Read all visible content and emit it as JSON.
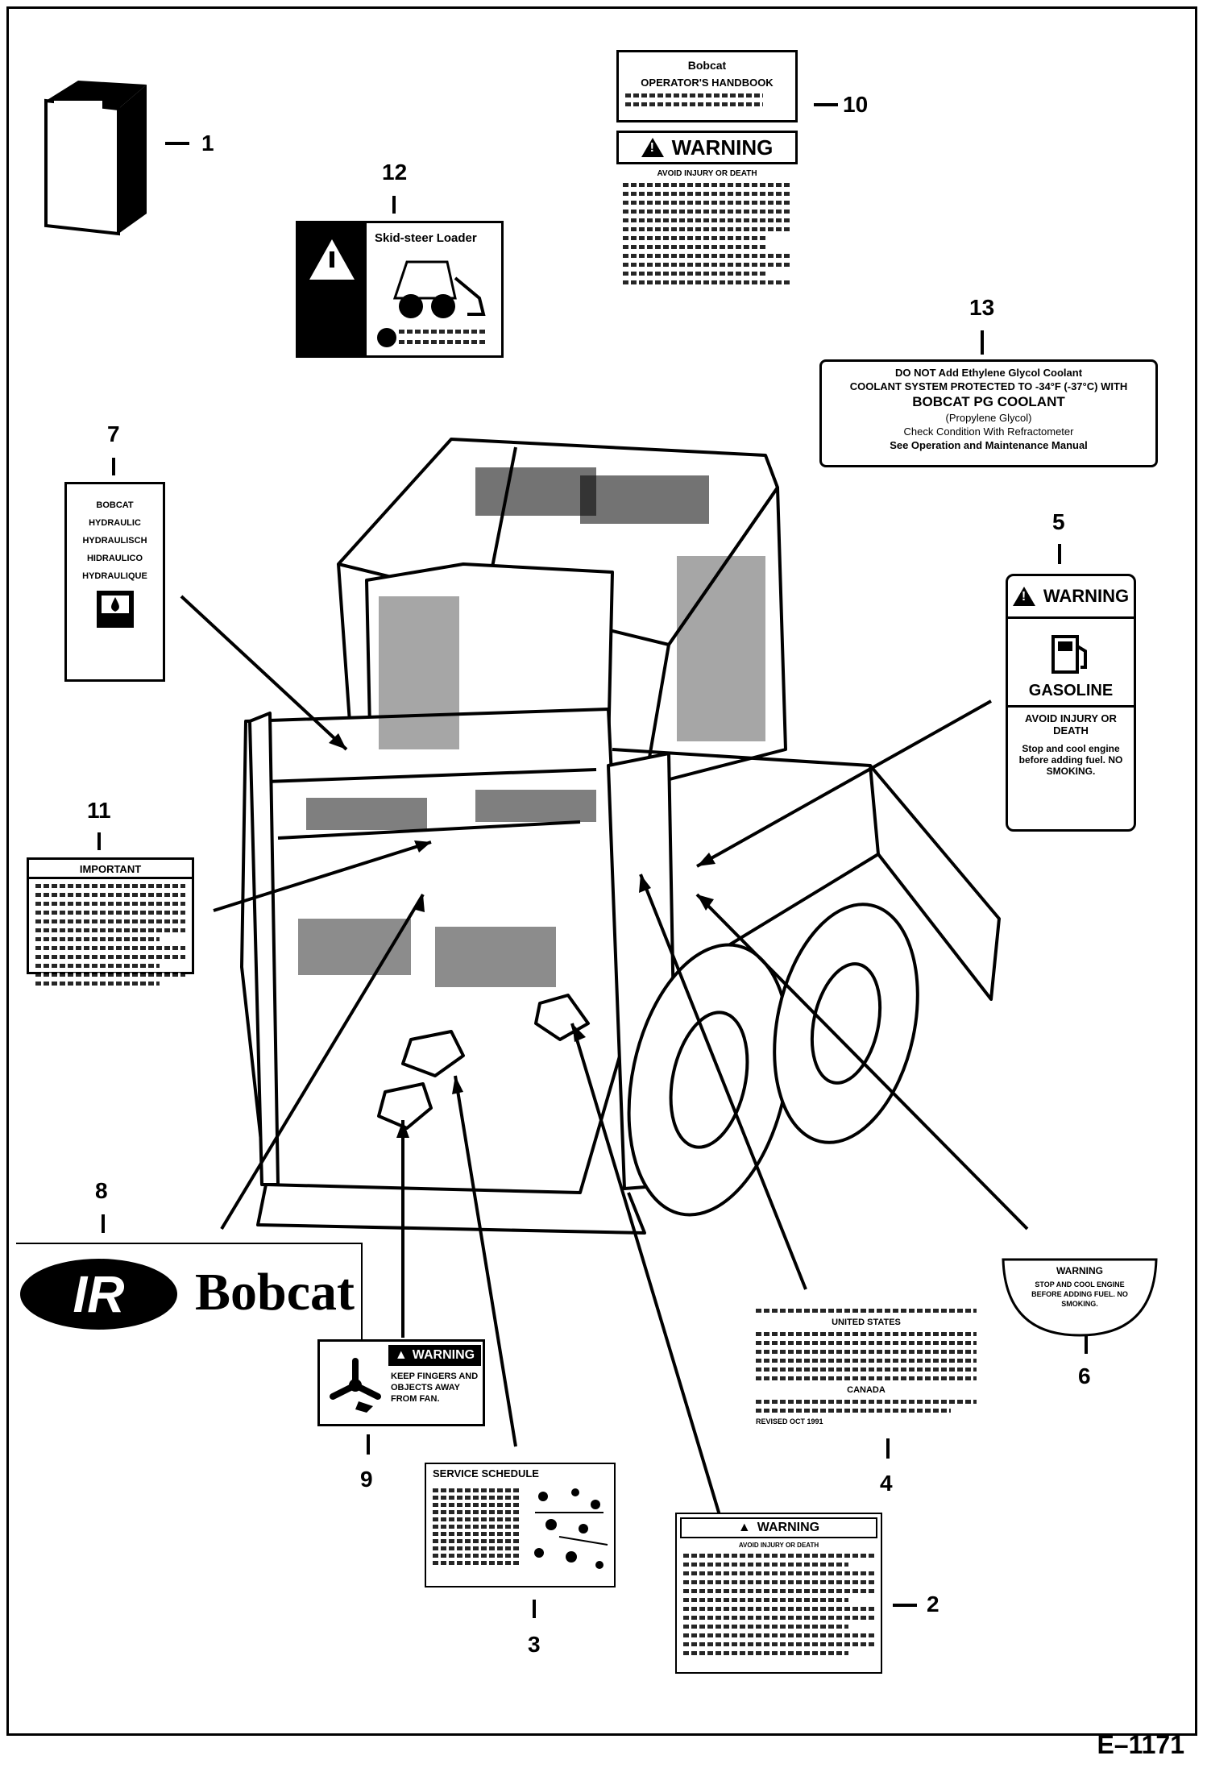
{
  "figure_number": "E–1171",
  "callouts": {
    "c1": "1",
    "c2": "2",
    "c3": "3",
    "c4": "4",
    "c5": "5",
    "c6": "6",
    "c7": "7",
    "c8": "8",
    "c9": "9",
    "c10": "10",
    "c11": "11",
    "c12": "12",
    "c13": "13"
  },
  "decal10": {
    "brand": "Bobcat",
    "title": "OPERATOR'S HANDBOOK",
    "warning": "WARNING",
    "subhead": "AVOID INJURY OR DEATH"
  },
  "decal12": {
    "title": "Skid-steer Loader"
  },
  "decal13": {
    "line1": "DO NOT Add Ethylene Glycol Coolant",
    "line2": "COOLANT SYSTEM PROTECTED TO -34°F (-37°C) WITH",
    "line3": "BOBCAT PG COOLANT",
    "line4": "(Propylene Glycol)",
    "line5": "Check Condition With Refractometer",
    "line6": "See Operation and Maintenance Manual"
  },
  "decal7": {
    "l1": "BOBCAT",
    "l2": "HYDRAULIC",
    "l3": "HYDRAULISCH",
    "l4": "HIDRAULICO",
    "l5": "HYDRAULIQUE"
  },
  "decal5": {
    "warning": "WARNING",
    "fuel": "GASOLINE",
    "avoid": "AVOID INJURY OR DEATH",
    "text": "Stop and cool engine before adding fuel. NO SMOKING."
  },
  "decal11": {
    "title": "IMPORTANT"
  },
  "decal8": {
    "logo": "IR",
    "brand": "Bobcat"
  },
  "decal9": {
    "warning": "WARNING",
    "text": "KEEP FINGERS AND OBJECTS AWAY FROM FAN."
  },
  "decal6": {
    "warning": "WARNING",
    "text": "STOP AND COOL ENGINE BEFORE ADDING FUEL. NO SMOKING."
  },
  "decal4": {
    "heading": "UNITED STATES",
    "canada": "CANADA",
    "revised": "REVISED OCT 1991"
  },
  "decal3": {
    "title": "SERVICE SCHEDULE"
  },
  "decal2": {
    "warning": "WARNING",
    "subhead": "AVOID INJURY OR DEATH"
  }
}
